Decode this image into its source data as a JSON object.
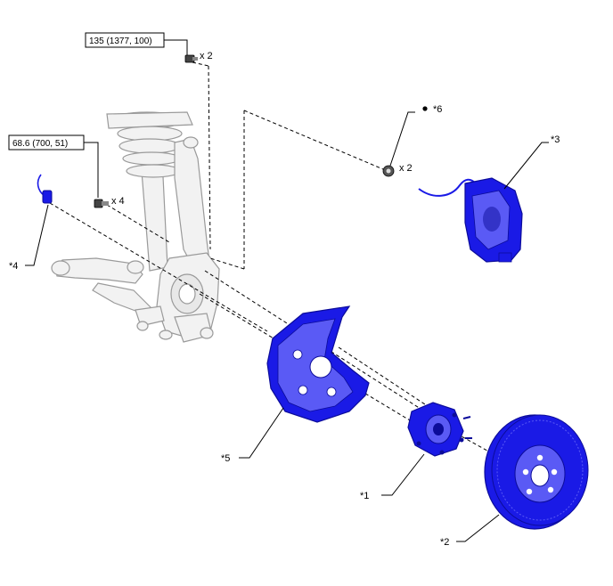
{
  "torque_specs": [
    {
      "id": "t1",
      "text": "135 (1377, 100)"
    },
    {
      "id": "t2",
      "text": "68.6 (700, 51)"
    }
  ],
  "quantities": {
    "q_top_bolts": "x 2",
    "q_knuckle_bolts": "x 4",
    "q_caliper_bolts": "x 2"
  },
  "callouts": {
    "c1": "*1",
    "c2": "*2",
    "c3": "*3",
    "c4": "*4",
    "c5": "*5",
    "c6": "*6"
  },
  "colors": {
    "part_blue": "#1a1ae6",
    "part_blue_dark": "#0c0c9a",
    "part_blue_light": "#5a5af5",
    "linework": "#000000",
    "knuckle_fill": "#f2f2f2",
    "knuckle_stroke": "#9a9a9a"
  }
}
